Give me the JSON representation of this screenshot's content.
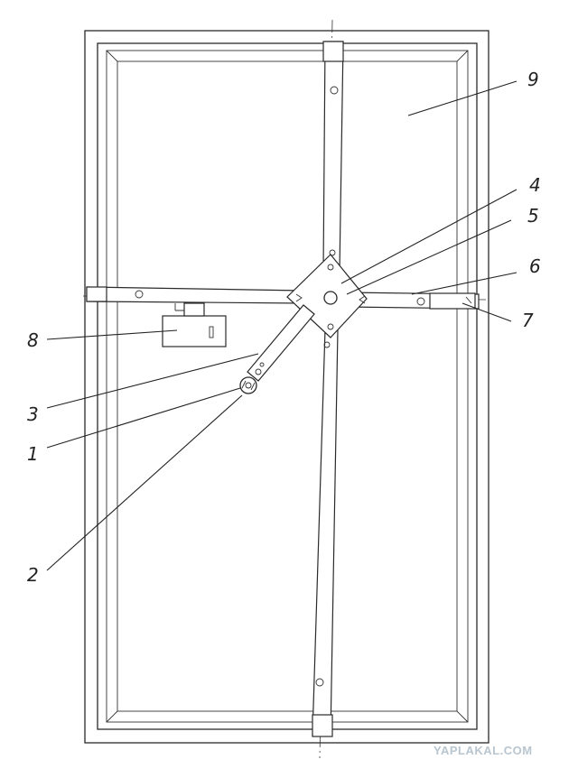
{
  "callouts": [
    {
      "id": "1",
      "text": "1"
    },
    {
      "id": "2",
      "text": "2"
    },
    {
      "id": "3",
      "text": "3"
    },
    {
      "id": "4",
      "text": "4"
    },
    {
      "id": "5",
      "text": "5"
    },
    {
      "id": "6",
      "text": "6"
    },
    {
      "id": "7",
      "text": "7"
    },
    {
      "id": "8",
      "text": "8"
    },
    {
      "id": "9",
      "text": "9"
    }
  ],
  "watermark": "YAPLAKAL.COM",
  "colors": {
    "ink": "#2a2a2a",
    "paper": "#ffffff",
    "watermark": "#b9c6cf"
  }
}
